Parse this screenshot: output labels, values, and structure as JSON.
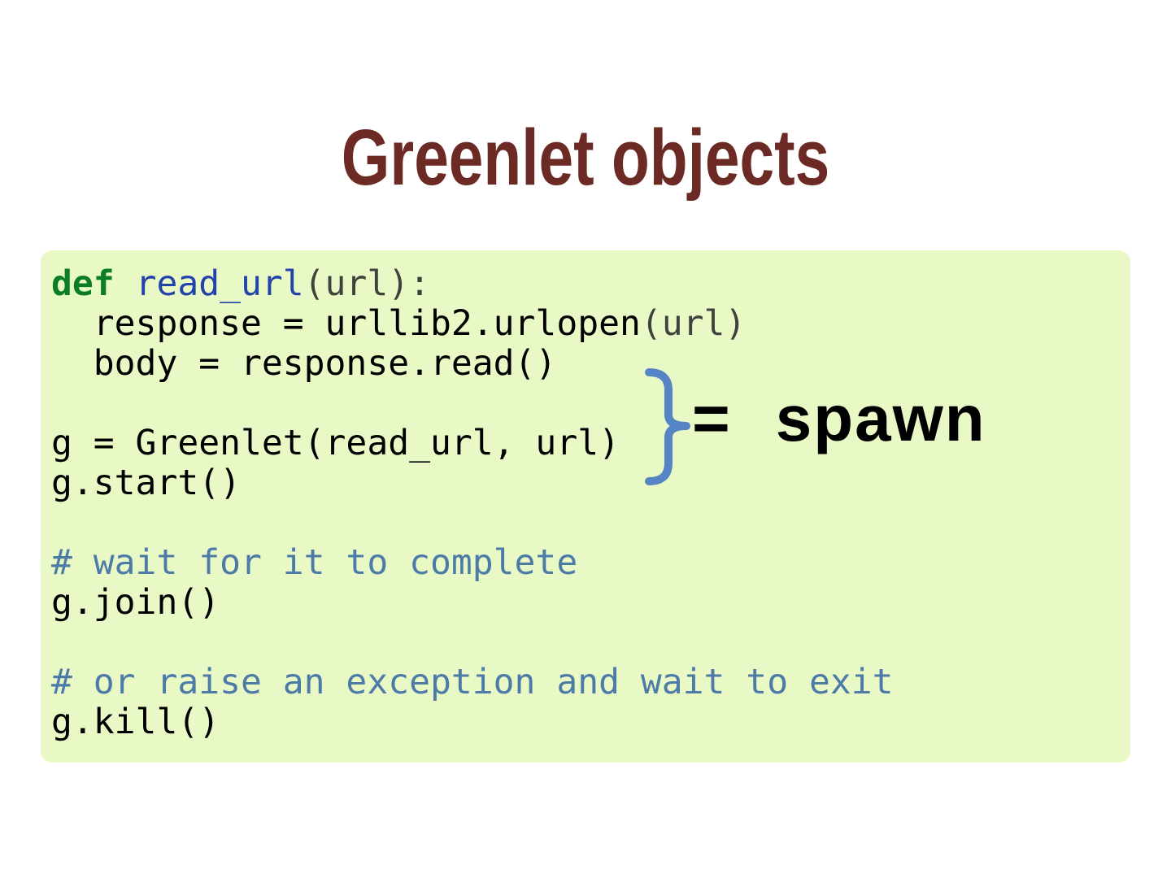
{
  "slide": {
    "title": "Greenlet objects"
  },
  "colors": {
    "page_bg": "#ffffff",
    "title": "#6b2a24",
    "code_bg": "#e9f9c6",
    "code_text": "#000000",
    "keyword": "#0c7d26",
    "function": "#2244aa",
    "argument": "#3f413d",
    "comment": "#4d7ba8",
    "brace": "#5585c5",
    "annotation_text": "#000000"
  },
  "code": {
    "lines": [
      [
        {
          "t": "def",
          "s": "kw"
        },
        {
          "t": " ",
          "s": "pl"
        },
        {
          "t": "read_url",
          "s": "fn"
        },
        {
          "t": "(url):",
          "s": "ar"
        }
      ],
      [
        {
          "t": "  response = urllib2.urlopen",
          "s": "pl"
        },
        {
          "t": "(url)",
          "s": "ar"
        }
      ],
      [
        {
          "t": "  body = response.read()",
          "s": "pl"
        }
      ],
      [],
      [
        {
          "t": "g = Greenlet(read_url, url)",
          "s": "pl"
        }
      ],
      [
        {
          "t": "g.start()",
          "s": "pl"
        }
      ],
      [],
      [
        {
          "t": "# wait for it to complete",
          "s": "cm"
        }
      ],
      [
        {
          "t": "g.join()",
          "s": "pl"
        }
      ],
      [],
      [
        {
          "t": "# or raise an exception and wait to exit",
          "s": "cm"
        }
      ],
      [
        {
          "t": "g.kill()",
          "s": "pl"
        }
      ]
    ]
  },
  "annotation": {
    "equals": "=",
    "label": "spawn",
    "brace_icon": "curly-brace-right"
  }
}
